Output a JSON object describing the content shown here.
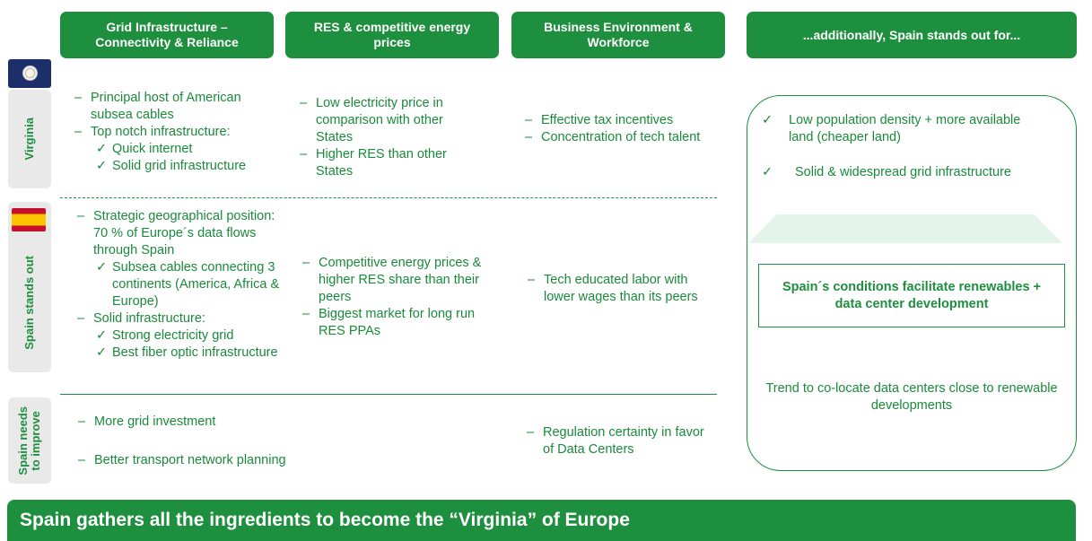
{
  "headers": {
    "col1": "Grid Infrastructure –\nConnectivity & Reliance",
    "col2": "RES & competitive energy\nprices",
    "col3": "Business Environment &\nWorkforce",
    "col4": "...additionally, Spain stands out for..."
  },
  "rows": {
    "virginia": "Virginia",
    "spain_stands_out": "Spain stands out",
    "spain_needs": "Spain needs\nto improve"
  },
  "virginia": {
    "col1": {
      "item1": "Principal host of American subsea cables",
      "item2": "Top notch infrastructure:",
      "sub1": "Quick internet",
      "sub2": "Solid grid infrastructure"
    },
    "col2": {
      "item1": "Low electricity price in comparison with other States",
      "item2": "Higher RES than other States"
    },
    "col3": {
      "item1": "Effective tax incentives",
      "item2": "Concentration of tech talent"
    }
  },
  "spain": {
    "col1": {
      "item1": "Strategic geographical position: 70 % of Europe´s data flows through Spain",
      "sub1": "Subsea cables connecting 3 continents (America, Africa & Europe)",
      "item2": "Solid infrastructure:",
      "sub2": "Strong electricity grid",
      "sub3": "Best fiber optic infrastructure"
    },
    "col2": {
      "item1": "Competitive energy prices & higher RES share than their peers",
      "item2": "Biggest market for long run RES PPAs"
    },
    "col3": {
      "item1": "Tech educated labor with lower wages than its peers"
    }
  },
  "improve": {
    "col1": {
      "item1": "More grid investment",
      "item2": "Better transport network planning"
    },
    "col3": {
      "item1": "Regulation certainty in favor of Data Centers"
    }
  },
  "panel": {
    "check1": "Low population density + more available land (cheaper land)",
    "check2": "Solid & widespread grid infrastructure",
    "box": "Spain´s conditions facilitate renewables + data center development",
    "trend": "Trend to co-locate data centers close to renewable developments"
  },
  "marks": {
    "dash": "–",
    "check": "✓"
  },
  "banner": "Spain gathers all the ingredients to become the “Virginia” of Europe"
}
